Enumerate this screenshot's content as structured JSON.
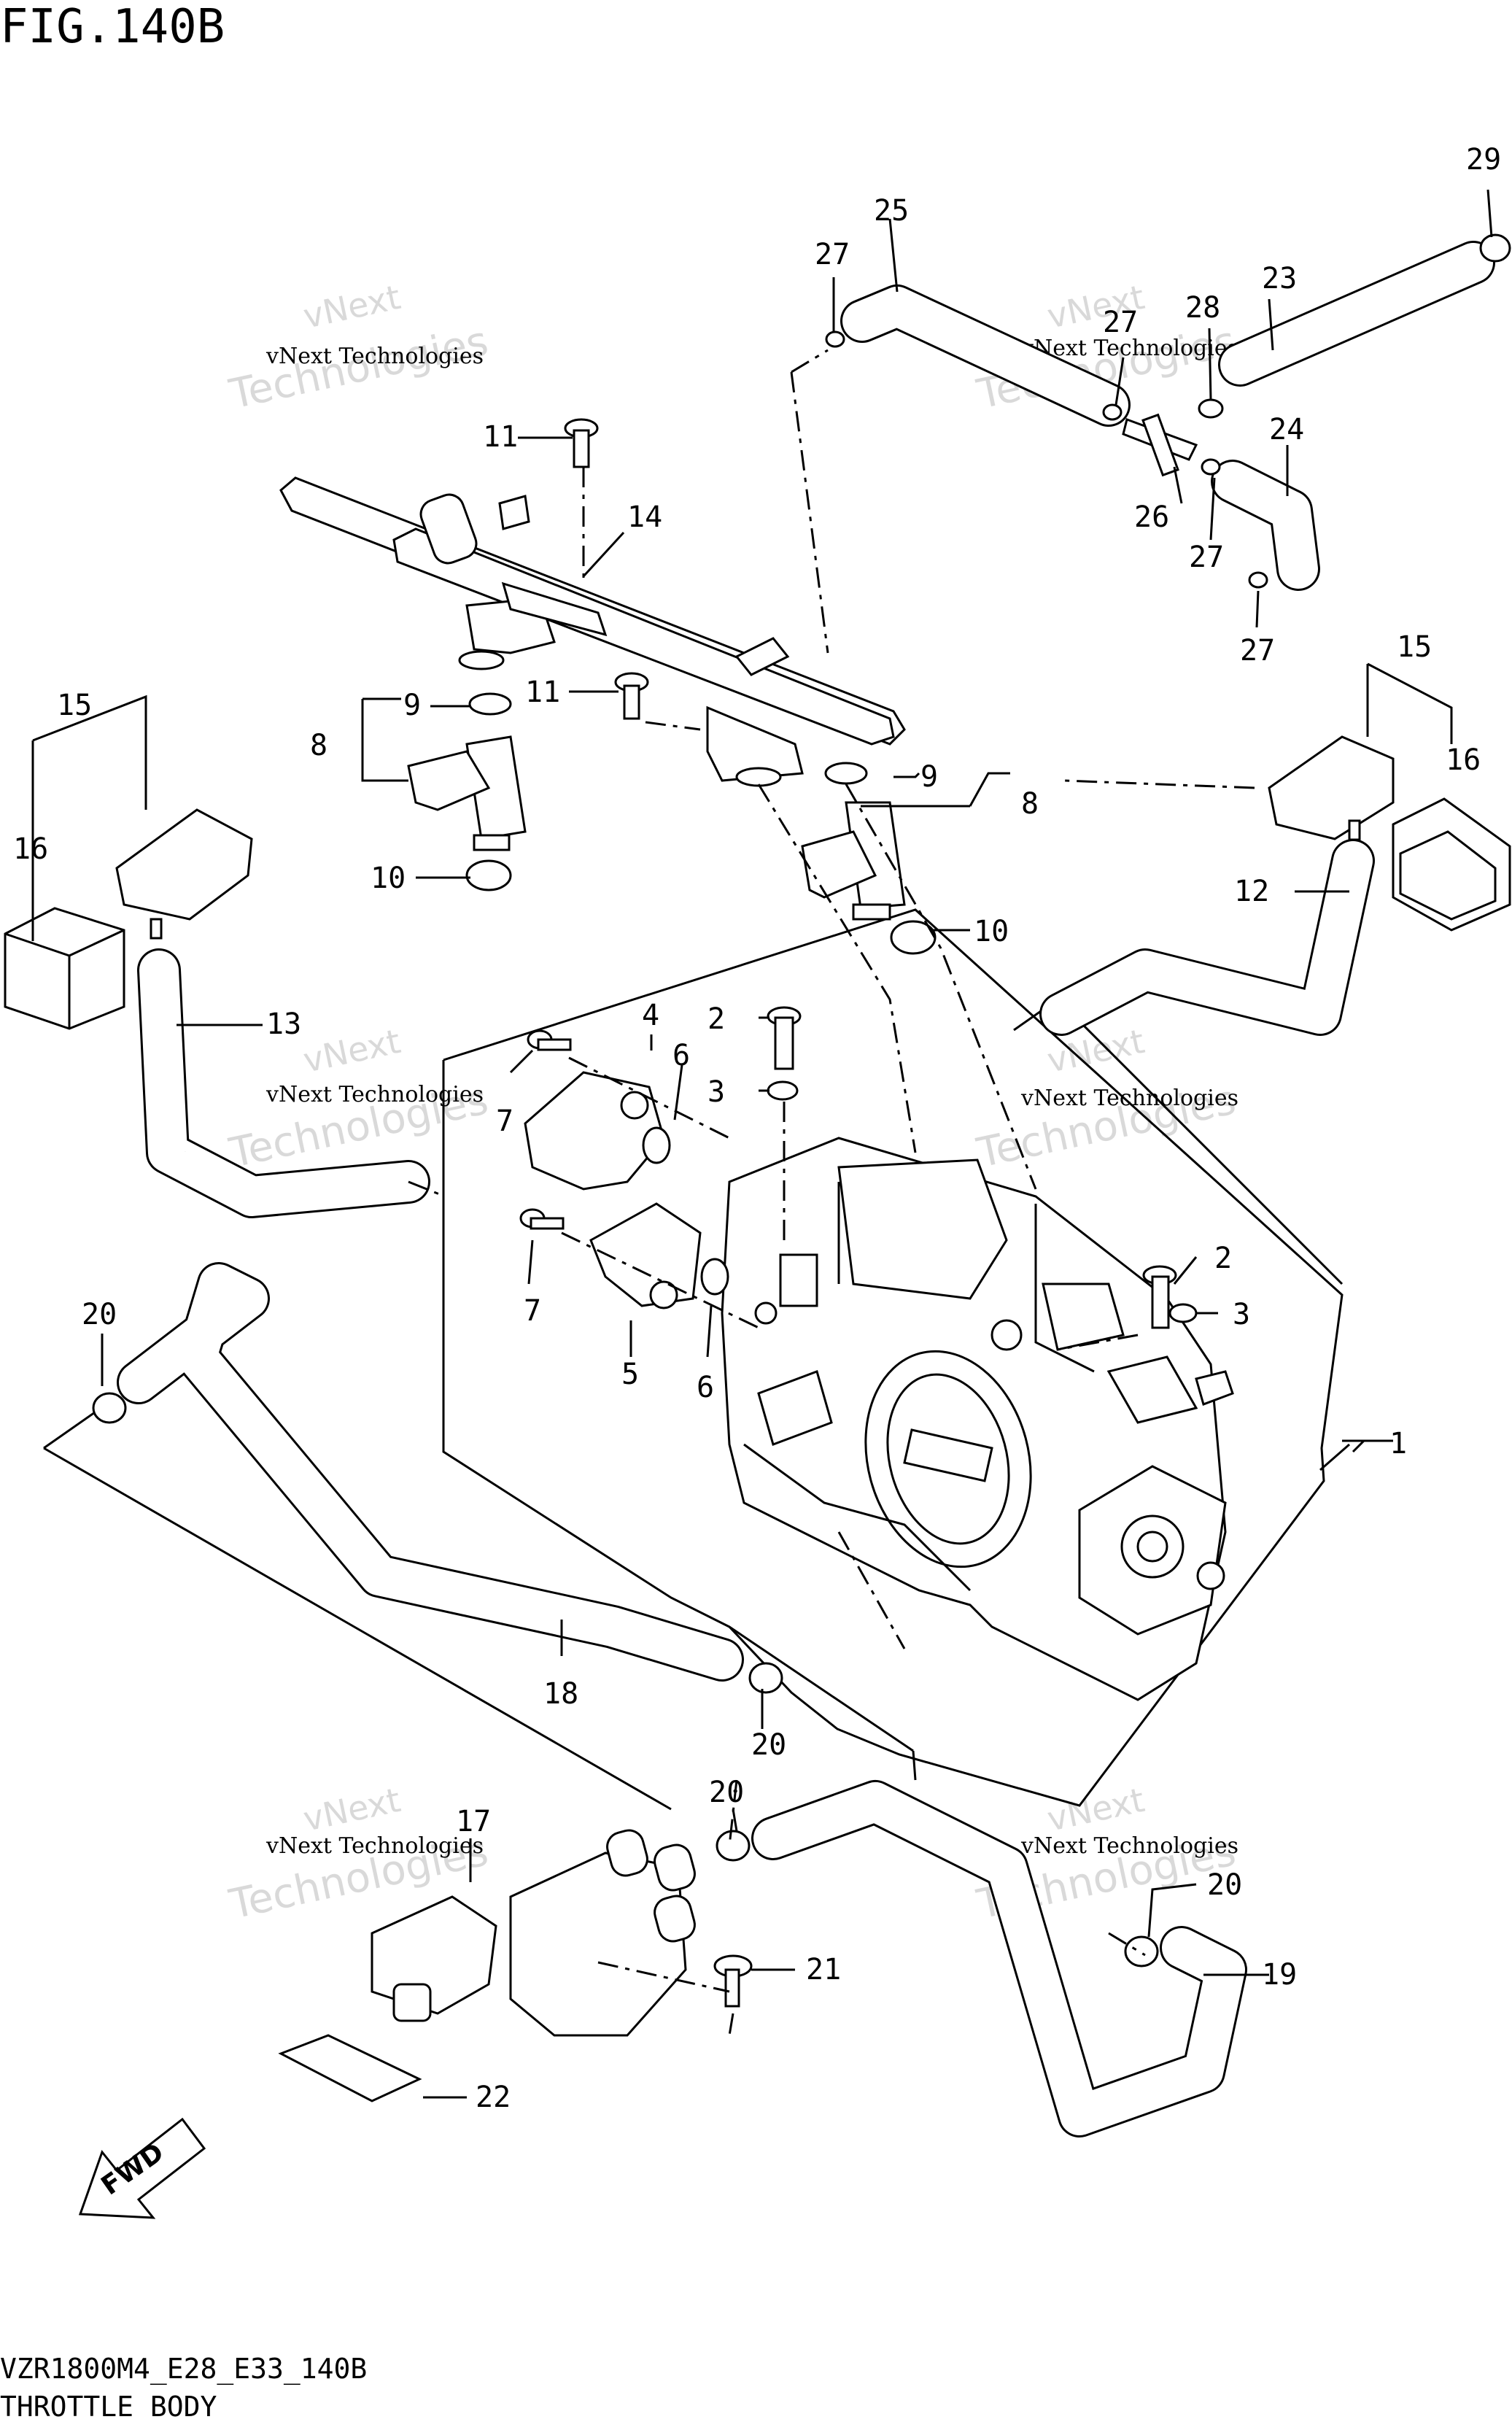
{
  "figure": {
    "title": "FIG.140B",
    "model_code": "VZR1800M4_E28_E33_140B",
    "section_name": "THROTTLE BODY"
  },
  "watermark": {
    "line1": "vNext Technologies",
    "line2": "vNext",
    "line3": "Technologies"
  },
  "callouts": {
    "c1": "1",
    "c2a": "2",
    "c2b": "2",
    "c3a": "3",
    "c3b": "3",
    "c4": "4",
    "c5": "5",
    "c6a": "6",
    "c6b": "6",
    "c7a": "7",
    "c7b": "7",
    "c8a": "8",
    "c8b": "8",
    "c9a": "9",
    "c9b": "9",
    "c10a": "10",
    "c10b": "10",
    "c11a": "11",
    "c11b": "11",
    "c12": "12",
    "c13": "13",
    "c14": "14",
    "c15a": "15",
    "c15b": "15",
    "c16a": "16",
    "c16b": "16",
    "c17": "17",
    "c18": "18",
    "c19": "19",
    "c20a": "20",
    "c20b": "20",
    "c20c": "20",
    "c20d": "20",
    "c21": "21",
    "c22": "22",
    "c23": "23",
    "c24": "24",
    "c25": "25",
    "c26": "26",
    "c27a": "27",
    "c27b": "27",
    "c27c": "27",
    "c27d": "27",
    "c28": "28",
    "c29": "29"
  },
  "fwd_label": "FWD"
}
